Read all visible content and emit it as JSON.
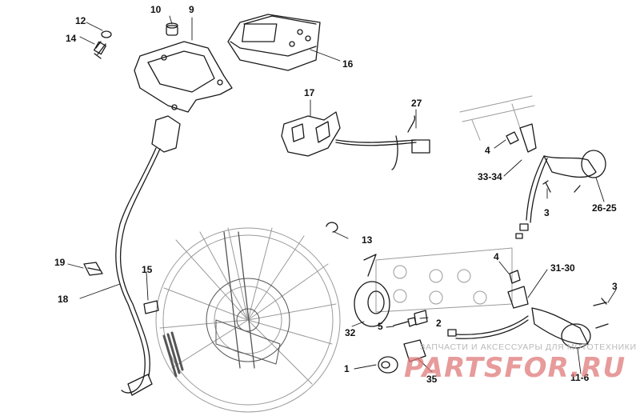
{
  "callouts": {
    "c12": "12",
    "c10": "10",
    "c9": "9",
    "c14": "14",
    "c16": "16",
    "c17": "17",
    "c27": "27",
    "c4a": "4",
    "c3334": "33-34",
    "c3a": "3",
    "c2625": "26-25",
    "c13": "13",
    "c19": "19",
    "c15": "15",
    "c18": "18",
    "c4b": "4",
    "c3130": "31-30",
    "c3b": "3",
    "c32": "32",
    "c5": "5",
    "c2": "2",
    "c1": "1",
    "c35": "35",
    "c116": "11-6"
  },
  "watermark": {
    "subtitle": "ЗАПЧАСТИ И АКСЕССУАРЫ ДЛЯ МОТОТЕХНИКИ",
    "logo": "PARTSFOR.RU",
    "color": "#e07a7a"
  },
  "colors": {
    "line": "#1a1a1a",
    "ghost": "#9a9a9a"
  }
}
